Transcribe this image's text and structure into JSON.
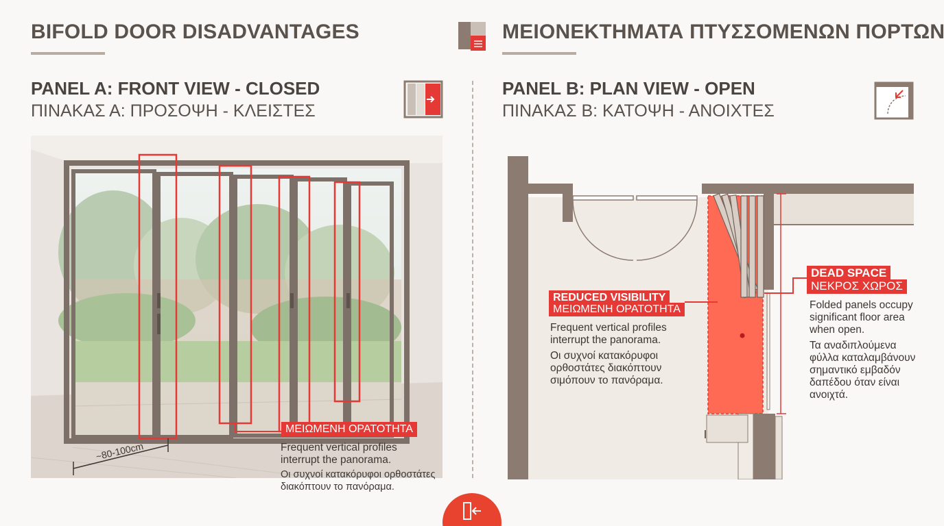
{
  "header": {
    "title_en": "BIFOLD DOOR DISADVANTAGES",
    "title_el": "ΜΕΙΟΝΕΚΤΗΜΑΤΑ ΠΤΥΣΣΟΜΕΝΩΝ ΠΟΡΤΩΝ",
    "logo_icon": "document-logo-icon"
  },
  "panel_a": {
    "title": "PANEL A: FRONT VIEW - CLOSED",
    "subtitle": "ΠΙΝΑΚΑΣ Α: ΠΡΟΣΟΨΗ - ΚΛΕΙΣΤΕΣ",
    "icon": "bifold-front-icon",
    "dimension_label": "~80-100cm",
    "tag_el": "ΜΕΙΩΜΕΝΗ ΟΡΑΤΟΤΗΤΑ",
    "note_en_1": "Frequent vertical profiles",
    "note_en_2": "interrupt the panorama.",
    "note_el_1": "Οι συχνοί κατακόρυφοι ορθοστάτες",
    "note_el_2": "διακόπτουν το πανόραμα."
  },
  "panel_b": {
    "title": "PANEL B: PLAN VIEW - OPEN",
    "subtitle": "ΠΙΝΑΚΑΣ Β: ΚΑΤΟΨΗ - ΑΝΟΙΧΤΕΣ",
    "icon": "plan-door-icon",
    "visibility_tag_en": "REDUCED VISIBILITY",
    "visibility_tag_el": "ΜΕΙΩΜΕΝΗ ΟΡΑΤΟΤΗΤΑ",
    "visibility_note_en_1": "Frequent vertical profiles",
    "visibility_note_en_2": "interrupt the panorama.",
    "visibility_note_el_1": "Οι συχνοί κατακόρυφοι",
    "visibility_note_el_2": "ορθοστάτες διακόπτουν",
    "visibility_note_el_3": "σιμόπουν το πανόραμα.",
    "dead_tag_en": "DEAD SPACE",
    "dead_tag_el": "ΝΕΚΡΟΣ ΧΩΡΟΣ",
    "dead_note_en_1": "Folded panels occupy",
    "dead_note_en_2": "significant floor area",
    "dead_note_en_3": "when open.",
    "dead_note_el_1": "Τα αναδιπλούμενα",
    "dead_note_el_2": "φύλλα καταλαμβάνουν",
    "dead_note_el_3": "σημαντικό εμβαδόν",
    "dead_note_el_4": "δαπέδου όταν είναι",
    "dead_note_el_5": "ανοιχτά."
  },
  "footer": {
    "icon": "exit-door-icon"
  },
  "colors": {
    "accent": "#e53935",
    "highlight_fill": "#ff6a55",
    "wall": "#8b7b70",
    "title": "#5a524c"
  }
}
